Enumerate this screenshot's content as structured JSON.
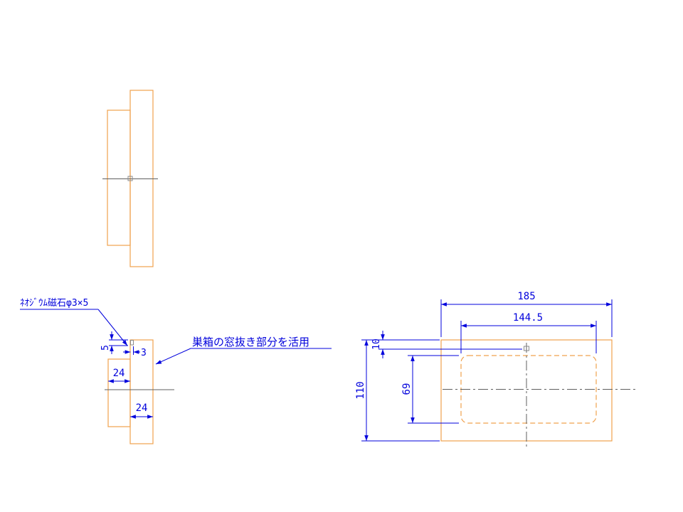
{
  "drawing": {
    "colors": {
      "background": "#ffffff",
      "part_outline": "#f0a24e",
      "dimension": "#0000dc",
      "centerline": "#5f5f5f"
    },
    "labels": {
      "magnet_note": "ﾈｵｼﾞｳﾑ磁石φ3×5",
      "window_note": "巣箱の窓抜き部分を活用"
    },
    "side_view": {
      "magnet_length": "5",
      "magnet_diameter": "3",
      "upper_plate_thickness": "24",
      "lower_plate_thickness": "24"
    },
    "front_view": {
      "overall_width": "185",
      "window_width": "144.5",
      "magnet_offset_from_top": "10",
      "overall_height": "110",
      "window_height": "69"
    }
  }
}
